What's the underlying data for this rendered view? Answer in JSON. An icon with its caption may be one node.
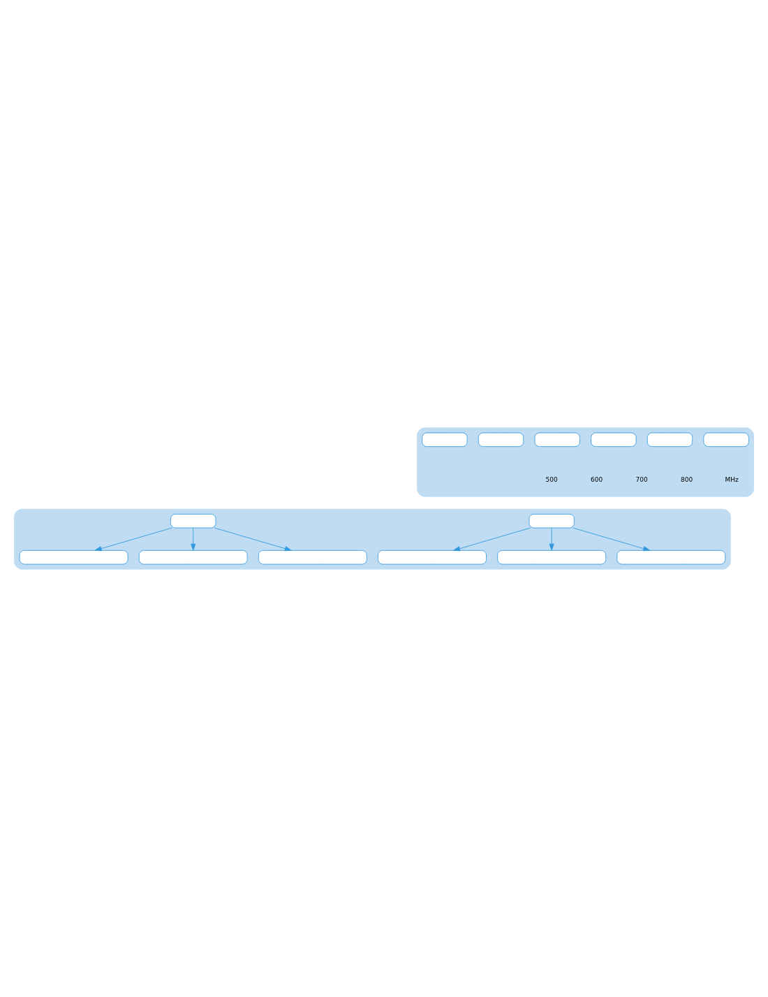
{
  "diagram": {
    "nodes": [
      {
        "text": [],
        "shape": "box"
      },
      {
        "text": [],
        "shape": "box",
        "in": 0
      },
      {
        "text": [],
        "shape": "box",
        "in": 0
      },
      {
        "text": [],
        "shape": "box",
        "in": 0
      },
      {
        "text": [],
        "shape": "box",
        "in": 0
      },
      {
        "text": [],
        "shape": "box",
        "in": 0
      },
      {
        "text": [],
        "shape": "box",
        "in": 0
      },
      {
        "text": [],
        "shape": "box"
      },
      {
        "text": [],
        "shape": "box",
        "in": 7
      },
      {
        "text": [],
        "shape": "box",
        "in": 7
      },
      {
        "text": [],
        "shape": "box",
        "in": 7
      },
      {
        "text": [],
        "shape": "box",
        "in": 7
      },
      {
        "text": [],
        "shape": "box",
        "in": 7
      },
      {
        "text": [],
        "shape": "box",
        "in": 7
      },
      {
        "text": [],
        "shape": "box",
        "in": 7
      },
      {
        "text": [],
        "shape": "box",
        "in": 7
      }
    ],
    "edges": [
      {
        "from": 8,
        "to": 9,
        "arrow": "to"
      },
      {
        "from": 8,
        "to": 10,
        "arrow": "to"
      },
      {
        "from": 8,
        "to": 11,
        "arrow": "to"
      },
      {
        "from": 12,
        "to": 13,
        "arrow": "to"
      },
      {
        "from": 12,
        "to": 14,
        "arrow": "to"
      },
      {
        "from": 12,
        "to": 15,
        "arrow": "to"
      }
    ],
    "labels": [
      "500",
      "600",
      "700",
      "800",
      "MHz"
    ]
  }
}
